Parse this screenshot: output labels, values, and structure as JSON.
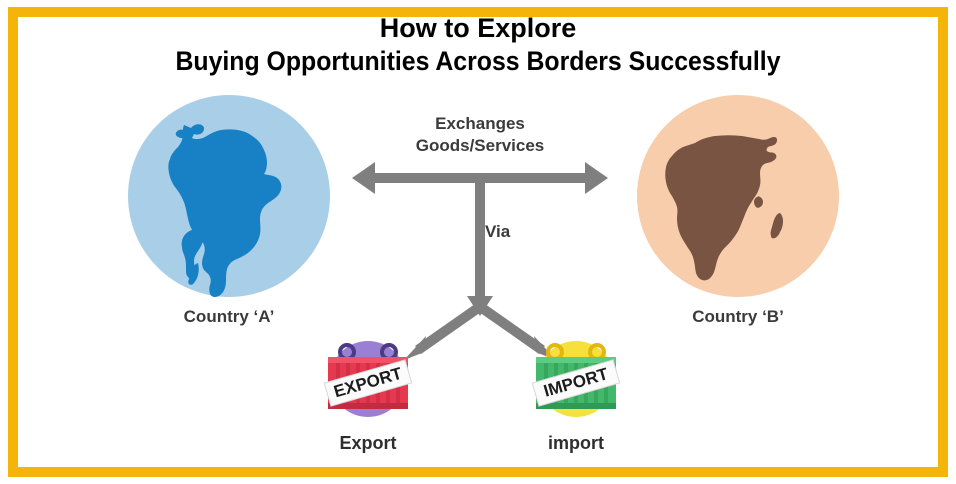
{
  "frame": {
    "border_color": "#f5b40a",
    "background": "#ffffff"
  },
  "header": {
    "title_line1": "How to Explore",
    "title_line2": "Buying Opportunities Across Borders Successfully",
    "title_color": "#000000"
  },
  "countries": [
    {
      "id": "country-a",
      "label": "Country ‘A’",
      "map": "south-america-map-icon",
      "circle_color": "#a9cfe8",
      "map_color": "#1880c4"
    },
    {
      "id": "country-b",
      "label": "Country ‘B’",
      "map": "africa-map-icon",
      "circle_color": "#f7cdab",
      "map_color": "#7a5442"
    }
  ],
  "center": {
    "exchange_line1": "Exchanges",
    "exchange_line2": "Goods/Services",
    "via_label": "Via",
    "arrow_color": "#7f7f7f",
    "text_color": "#3b3b3b"
  },
  "trade_methods": [
    {
      "id": "export",
      "label": "Export",
      "banner_text": "EXPORT",
      "icon": "export-container-icon",
      "circle_color": "#9b7fd4",
      "container_color": "#e63950",
      "container_shadow": "#c42a40",
      "handle_color": "#5b3fa0"
    },
    {
      "id": "import",
      "label": "import",
      "banner_text": "IMPORT",
      "icon": "import-container-icon",
      "circle_color": "#f5e03c",
      "container_color": "#43b86a",
      "container_shadow": "#2f9a54",
      "handle_color": "#f0c419"
    }
  ]
}
